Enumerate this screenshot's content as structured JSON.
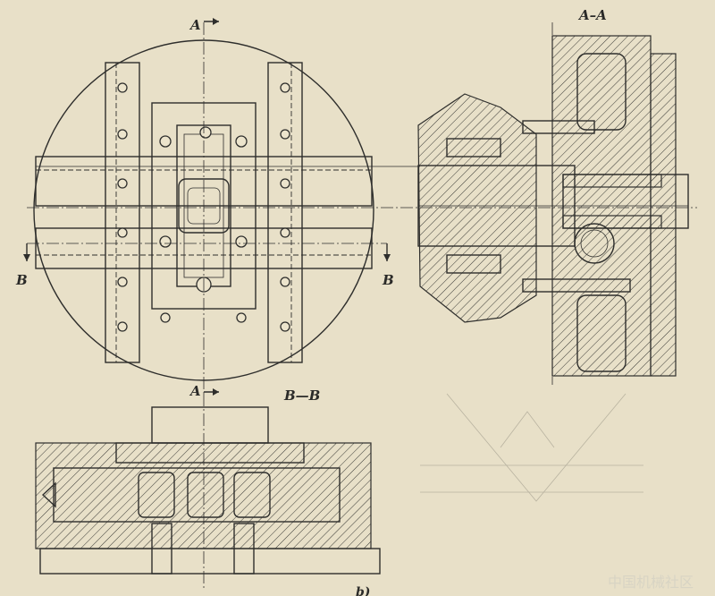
{
  "labels": {
    "section_a_top": "A",
    "section_a_bottom": "A",
    "section_aa": "A–A",
    "section_b_left": "B",
    "section_b_right": "B",
    "section_bb": "B—B",
    "caption": "b)"
  },
  "watermark": "中国机械社区",
  "colors": {
    "paper": "#e8e0c8",
    "ink": "#2e2e2c",
    "watermark": "#d8d4c4"
  }
}
